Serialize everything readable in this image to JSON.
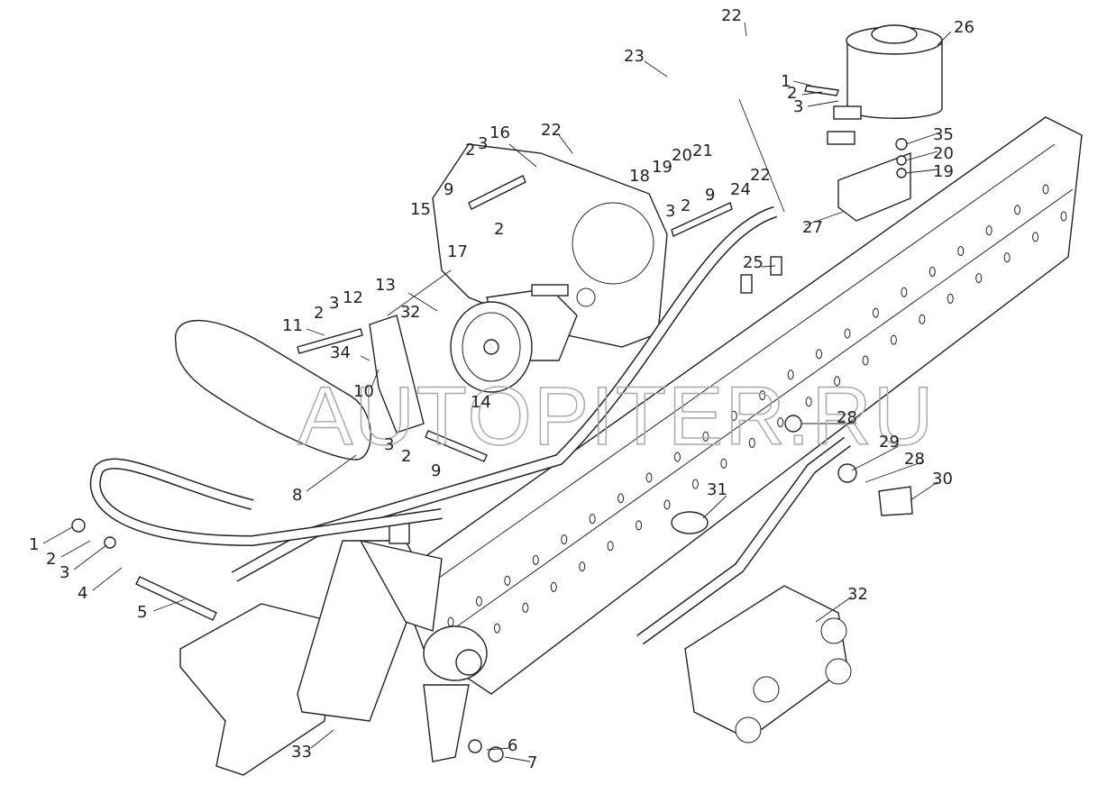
{
  "watermark": "AUTOPITER.RU",
  "labels": [
    "22",
    "26",
    "23",
    "1",
    "2",
    "3",
    "22",
    "16",
    "3",
    "2",
    "35",
    "20",
    "19",
    "20",
    "21",
    "19",
    "18",
    "9",
    "24",
    "22",
    "9",
    "3",
    "2",
    "15",
    "2",
    "17",
    "27",
    "25",
    "13",
    "2",
    "3",
    "12",
    "3",
    "2",
    "11",
    "34",
    "10",
    "14",
    "28",
    "3",
    "2",
    "9",
    "29",
    "28",
    "30",
    "8",
    "31",
    "1",
    "2",
    "3",
    "4",
    "5",
    "32",
    "33",
    "6",
    "7"
  ]
}
